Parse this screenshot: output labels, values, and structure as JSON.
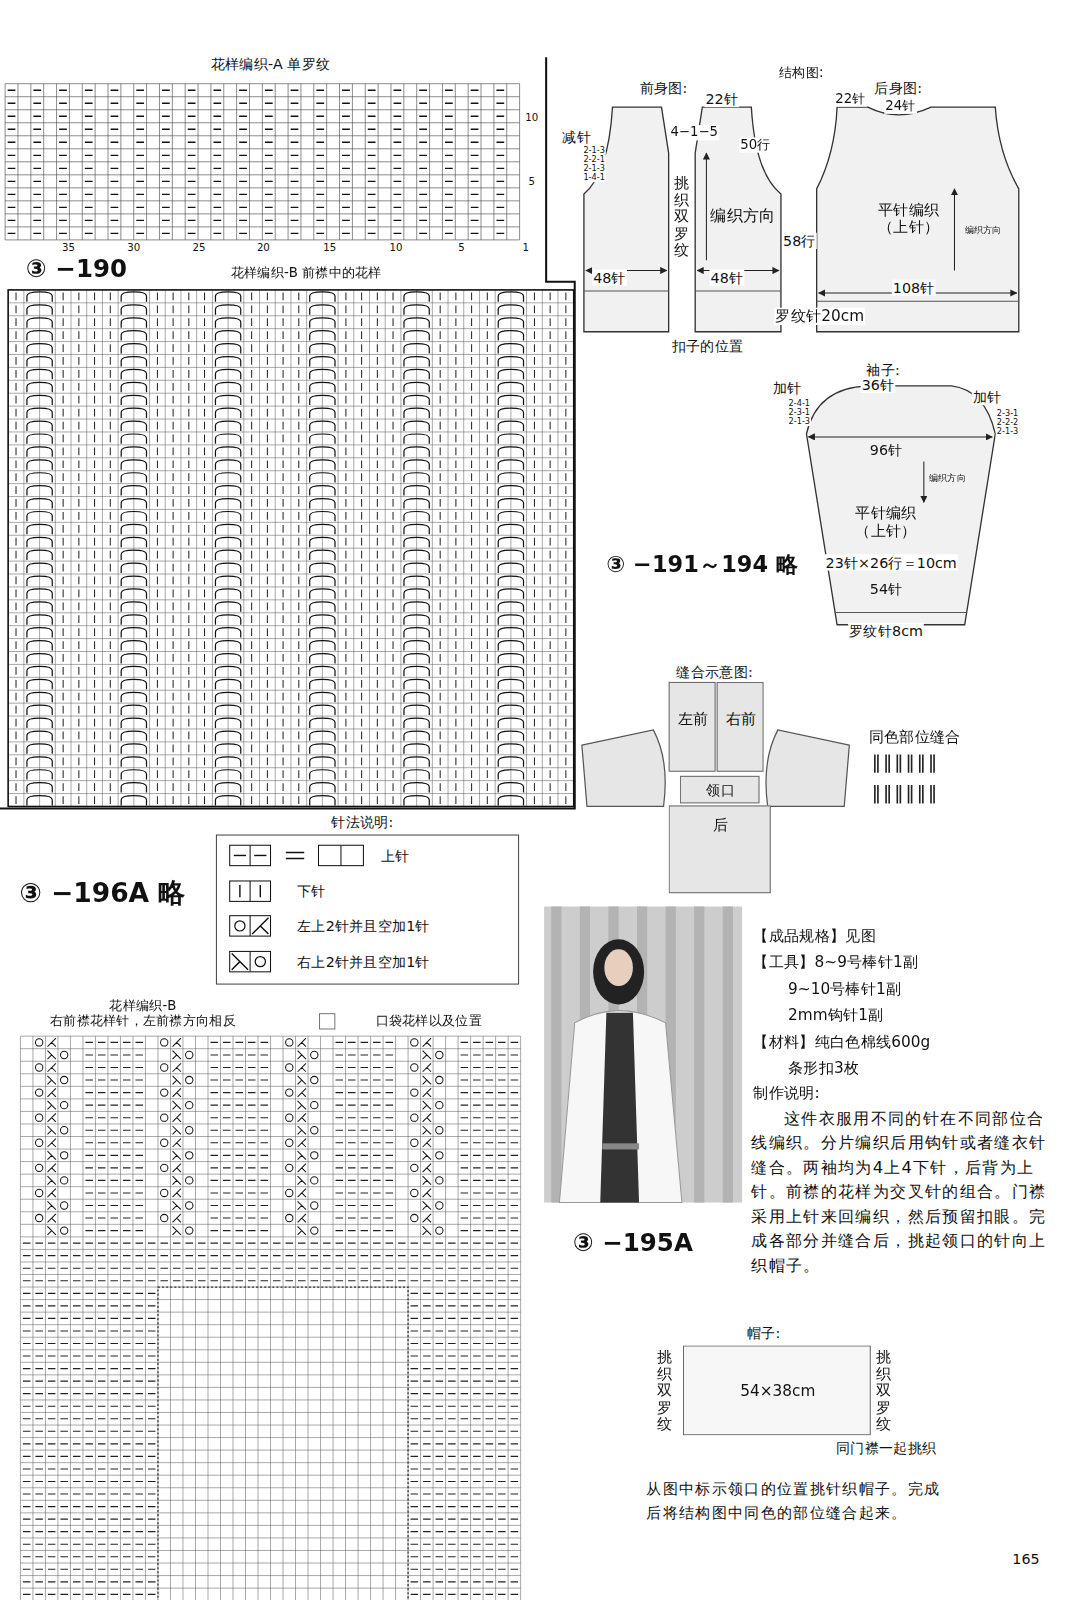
{
  "diagram": {
    "nodes": [
      {
        "text": [
          "挑织双罗纹",
          "编织方向"
        ]
      },
      {
        "text": [
          "平针编织 （上针）",
          "编织方向"
        ]
      },
      {
        "text": [
          "96针",
          "编织方向",
          "平针编织 （上针）",
          "54针"
        ]
      },
      {
        "text": [
          "左前"
        ]
      },
      {
        "text": [
          "右前"
        ]
      },
      {
        "text": [
          "领口"
        ]
      },
      {
        "text": [
          "后"
        ]
      },
      {
        "text": [
          "54×38cm"
        ]
      }
    ],
    "labels": [
      "花样编织-A 单罗纹",
      "10",
      "5",
      "35",
      "30",
      "25",
      "20",
      "15",
      "10",
      "5",
      "1",
      "③ −190",
      "花样编织-B 前襟中的花样",
      "针法说明:",
      "③ −196A 略",
      "花样编织-B",
      "右前襟花样针，左前襟方向相反",
      "口袋花样以及位置",
      "结构图:",
      "前身图:",
      "22针",
      "4−1−5",
      "50行",
      "减针",
      "2-1-3",
      "2-2-1",
      "2-1-3",
      "1-4-1",
      "58行",
      "48针",
      "48针",
      "扣子的位置",
      "后身图:",
      "22针",
      "24针",
      "108针",
      "罗纹针20cm",
      "袖子:",
      "加针",
      "36针",
      "加针",
      "2-4-1",
      "2-3-1",
      "2-1-3",
      "2-3-1",
      "2-2-2",
      "2-1-3",
      "③ −191～194 略",
      "23针×26行＝10cm",
      "罗纹针8cm",
      "缝合示意图:",
      "同色部位缝合",
      "【成品规格】见图",
      "【工具】8~9号棒针1副",
      "9~10号棒针1副",
      "2mm钩针1副",
      "【材料】纯白色棉线600g",
      "条形扣3枚",
      "制作说明:",
      "这件衣服用不同的针在不同部位合线编织。分片编织后用钩针或者缝衣针缝合。两袖均为4上4下针，后背为上针。前襟的花样为交叉针的组合。门襟采用上针来回编织，然后预留扣眼。完成各部分并缝合后，挑起领口的针向上织帽子。",
      "③ −195A",
      "帽子:",
      "挑织双罗纹",
      "挑织双罗纹",
      "同门襟一起挑织",
      "从图中标示领口的位置挑针织帽子。完成后将结构图中同色的部位缝合起来。",
      "165"
    ],
    "legend": [
      {
        "text": "上针"
      },
      {
        "text": "下针"
      },
      {
        "text": "左上2针并且空加1针"
      },
      {
        "text": "右上2针并且空加1针"
      }
    ]
  }
}
